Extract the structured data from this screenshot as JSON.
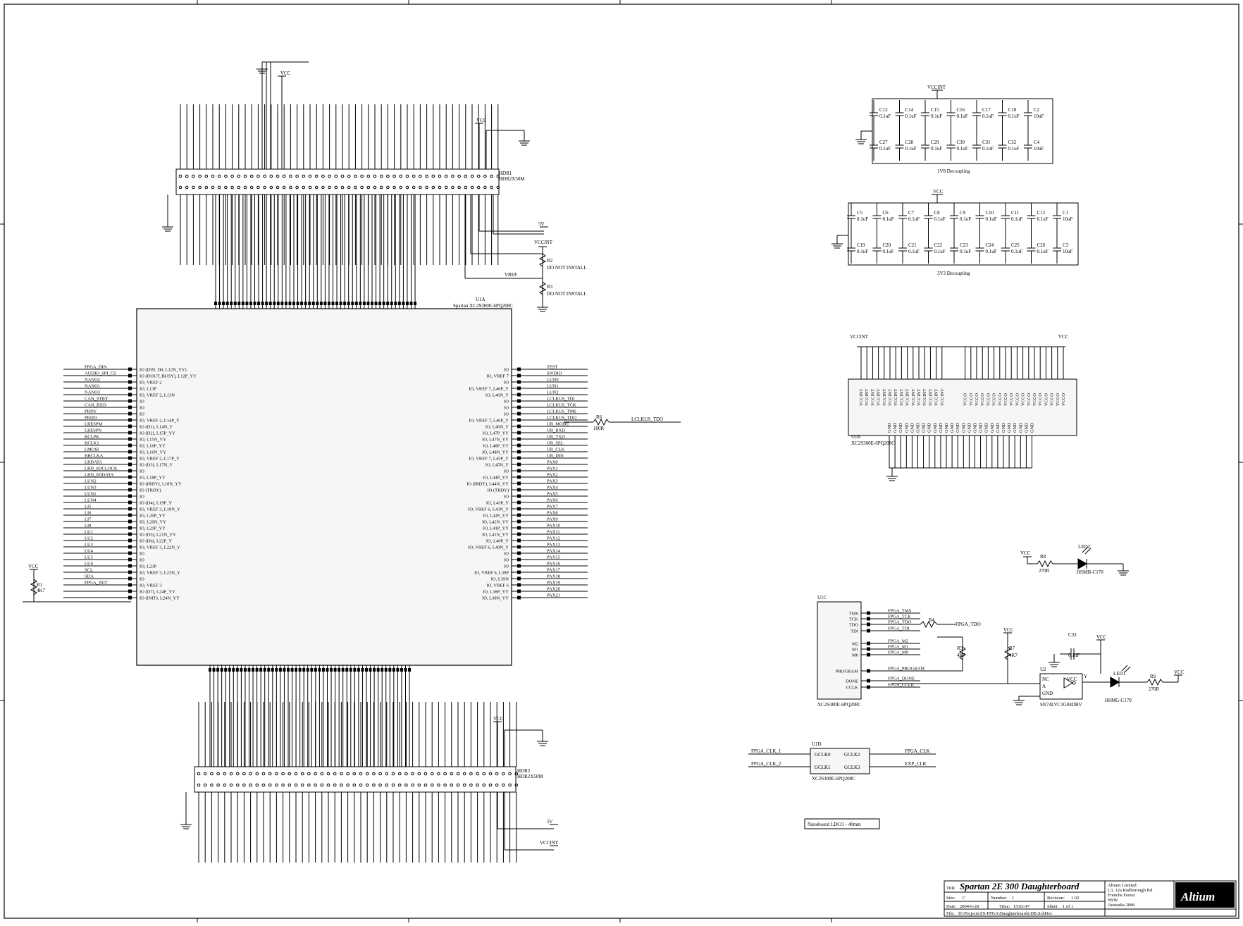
{
  "u1a": {
    "designator": "U1A",
    "part": "Spartan XC2S300E-6PQ208C",
    "left_nets": [
      "FPGA_DIN",
      "AUDIO_SPI_CS",
      "NANO2",
      "NANO1",
      "NANO3",
      "CAN_STBY",
      "CAN_RXD",
      "PRDY",
      "PRDD",
      "LRESPM",
      "LRESPN",
      "BCLPK",
      "BCLK1",
      "LMOSI",
      "BBCLKA",
      "LRDATA",
      "LRD_SDCLOCK",
      "LRD_SDDATA",
      "LUN2",
      "LUN3",
      "LUN1",
      "LUN4",
      "LI5",
      "LI6",
      "LI7",
      "LI8",
      "LU1",
      "LU2",
      "LU3",
      "LU4",
      "LU5",
      "LU6",
      "SCL",
      "SDA",
      "FPGA_INIT"
    ],
    "left_pins": [
      "IO (DIN, D0, L12N_YY)",
      "IO (DOUT, BUSY), L12P_YY",
      "IO, VREF 2",
      "IO, L13P",
      "IO, VREF 2, L13N",
      "IO",
      "IO",
      "IO",
      "IO, VREF 2, L14P_Y",
      "IO (D1), L14N_Y",
      "IO (D2), L15P_YY",
      "IO, L15N_YY",
      "IO, L16P_YY",
      "IO, L16N_YY",
      "IO, VREF 2, L17P_Y",
      "IO (D3), L17N_Y",
      "IO",
      "IO, L18P_YY",
      "IO (IRDY), L18N_YY",
      "IO (TRDY)",
      "IO",
      "IO (D4), L19P_Y",
      "IO, VREF 3, L19N_Y",
      "IO, L20P_YY",
      "IO, L20N_YY",
      "IO, L21P_YY",
      "IO (D5), L21N_YY",
      "IO (D6), L22P_Y",
      "IO, VREF 3, L22N_Y",
      "IO",
      "IO",
      "IO, L23P",
      "IO, VREF 3, L23N_Y",
      "IO",
      "IO, VREF 3",
      "IO (D7), L24P_YY",
      "IO (INIT), L24N_YY"
    ],
    "right_pins": [
      "IO",
      "IO, VREF 7",
      "IO",
      "IO, VREF 7, L46P_Y",
      "IO, L46N_Y",
      "IO",
      "IO",
      "IO",
      "IO, VREF 7, L46P_Y",
      "IO, L46N_Y",
      "IO, L47P_YY",
      "IO, L47N_YY",
      "IO, L48P_YY",
      "IO, L48N_YY",
      "IO, VREF 7, L45P_Y",
      "IO, L45N_Y",
      "IO",
      "IO, L44P_YY",
      "IO (IRDY), L44N_YY",
      "IO (TRDY)",
      "IO",
      "IO, L43P_Y",
      "IO, VREF 6, L43N_Y",
      "IO, L42P_YY",
      "IO, L42N_YY",
      "IO, L41P_YY",
      "IO, L41N_YY",
      "IO, L40P_Y",
      "IO, VREF 6, L40N_Y",
      "IO",
      "IO",
      "IO",
      "IO, VREF 6, L39P",
      "IO, L39N",
      "IO, VREF 6",
      "IO, L38P_YY",
      "IO, L38N_YY"
    ],
    "right_nets": [
      "TEST",
      "SWDIO",
      "LUN0",
      "LUN1",
      "LUN2",
      "LCLKUS_TDI",
      "LCLKUS_TCK",
      "LCLKUS_TMS",
      "LCLKUS_TDO",
      "UR_MODE",
      "UR_RXD",
      "UR_TXD",
      "UR_SEL",
      "UR_CLK",
      "UR_DIN",
      "PAX0",
      "PAX1",
      "PAX2",
      "PAX3",
      "PAX4",
      "PAX5",
      "PAX6",
      "PAX7",
      "PAX8",
      "PAX9",
      "PAX10",
      "PAX11",
      "PAX12",
      "PAX13",
      "PAX14",
      "PAX15",
      "PAX16",
      "PAX17",
      "PAX18",
      "PAX19",
      "PAX20",
      "PAX21"
    ]
  },
  "hdr1": {
    "designator": "HDR1",
    "part": "HDR2X50M",
    "labels": [
      "DO NOT INSTALL",
      "DO NOT INSTALL"
    ],
    "vref": "VREF"
  },
  "hdr2": {
    "designator": "HDR2",
    "part": "HDR2X50M"
  },
  "power": {
    "vcc": "VCC",
    "vccint": "VCCINT",
    "five_v": "5V"
  },
  "r2": "R2",
  "r3": "R3",
  "r1": "R1",
  "r1_val": "4K7",
  "r6": "R6",
  "r6_val": "100R",
  "r6_net": "LCLKUS_TDO",
  "decoupling_1v8": {
    "title": "1V8 Decoupling",
    "top": [
      "C13",
      "C14",
      "C15",
      "C16",
      "C17",
      "C18",
      "C2"
    ],
    "bottom": [
      "C27",
      "C28",
      "C29",
      "C30",
      "C31",
      "C32",
      "C4"
    ],
    "values": [
      "0.1uF",
      "0.1uF",
      "0.1uF",
      "0.1uF",
      "0.1uF",
      "0.1uF",
      "10uF"
    ]
  },
  "decoupling_3v3": {
    "title": "3V3 Decoupling",
    "top": [
      "C5",
      "C6",
      "C7",
      "C8",
      "C9",
      "C10",
      "C11",
      "C12",
      "C1"
    ],
    "bottom": [
      "C19",
      "C20",
      "C21",
      "C22",
      "C23",
      "C24",
      "C25",
      "C26",
      "C3"
    ],
    "values": [
      "0.1uF",
      "0.1uF",
      "0.1uF",
      "0.1uF",
      "0.1uF",
      "0.1uF",
      "0.1uF",
      "0.1uF",
      "10uF"
    ]
  },
  "u1b": {
    "designator": "U1B",
    "part": "XC2S300E-6PQ208C",
    "vccint": "VCCINT",
    "vcco": "VCCO",
    "gnd": "GND"
  },
  "led": {
    "r": "R8",
    "r_val": "270R",
    "led": "LED2",
    "part": "HSMH-C170"
  },
  "u1c": {
    "designator": "U1C",
    "part": "XC2S300E-6PQ208C",
    "pins": [
      "TMS",
      "TCK",
      "TDO",
      "TDI",
      "M2",
      "M1",
      "M0",
      "PROGRAM",
      "DONE",
      "CCLK"
    ],
    "nets": [
      "FPGA_TMS",
      "FPGA_TCK",
      "FPGA_TDO",
      "FPGA_TDI",
      "FPGA_M2",
      "FPGA_M1",
      "FPGA_M0",
      "FPGA_PROGRAM",
      "FPGA_DONE",
      "FPGA_CCLK"
    ],
    "r4": "R4",
    "r4_net": "FPGA_TDO",
    "r5": "R5",
    "r5_val": "4K7",
    "r7": "R7",
    "r7_val": "4K7",
    "c33": "C33",
    "c33_val": "0.1uF",
    "u2": "U2",
    "u2_part": "SN74LVC1G04DBV",
    "u2_pins": [
      "NC",
      "A",
      "GND",
      "VCC",
      "Y"
    ],
    "led1": "LED1",
    "led1_part": "HSMG-C170",
    "r9": "R9",
    "r9_val": "270R"
  },
  "u1d": {
    "designator": "U1D",
    "part": "XC2S300E-6PQ208C",
    "left_nets": [
      "FPGA_CLK_1",
      "FPGA_CLK_2"
    ],
    "left_pins": [
      "GCLK0",
      "GCLK1"
    ],
    "right_pins": [
      "GCLK2",
      "GCLK3"
    ],
    "right_nets": [
      "FPGA_CLK",
      "EXP_CLK"
    ]
  },
  "note": "Nanoboard LDCO - 40mm",
  "title_block": {
    "title_label": "Title",
    "title": "Spartan 2E 300 Daughterboard",
    "size_label": "Size:",
    "size": "C",
    "number_label": "Number:",
    "number": "1",
    "revision_label": "Revision:",
    "revision": "1.02",
    "date_label": "Date:",
    "date": "2004-6-28",
    "time_label": "Time:",
    "time": "15:02:47",
    "sheet_label": "Sheet",
    "sheet": "1 of 1",
    "file_label": "File:",
    "file": "D:\\Projects\\SS-FPGA\\Daughterboards\\DB.SchDoc",
    "company": [
      "Altium Limited",
      "L3, 12a Rodborough Rd",
      "Frenchs Forest",
      "NSW",
      "Australia 2086"
    ],
    "logo": "Altium"
  }
}
